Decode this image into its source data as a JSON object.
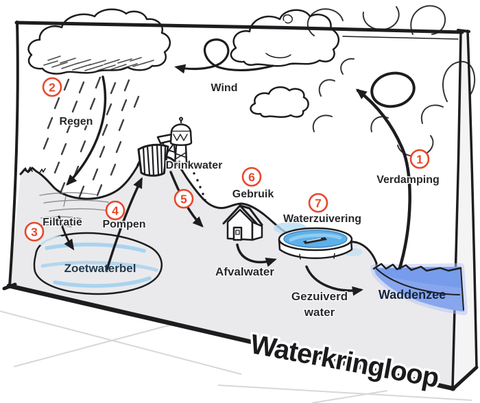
{
  "title": "Waterkringloop",
  "steps": [
    {
      "number": "1",
      "label": "Verdamping"
    },
    {
      "number": "2",
      "label": "Regen"
    },
    {
      "number": "3",
      "label": "Filtratie"
    },
    {
      "number": "4",
      "label": "Pompen"
    },
    {
      "number": "5",
      "label": ""
    },
    {
      "number": "6",
      "label": "Gebruik"
    },
    {
      "number": "7",
      "label": "Waterzuivering"
    }
  ],
  "labels": {
    "wind": "Wind",
    "drinkwater": "Drinkwater",
    "zoetwaterbel": "Zoetwaterbel",
    "afvalwater": "Afvalwater",
    "gezuiverd_line1": "Gezuiverd",
    "gezuiverd_line2": "water",
    "waddenzee": "Waddenzee"
  },
  "colors": {
    "accent": "#e8472b",
    "freshwater": "#64aee4",
    "sea": "#87a6ee",
    "terrain": "#eaeaec",
    "cloud": "#e5e6e7",
    "ink": "#1d1d20"
  }
}
